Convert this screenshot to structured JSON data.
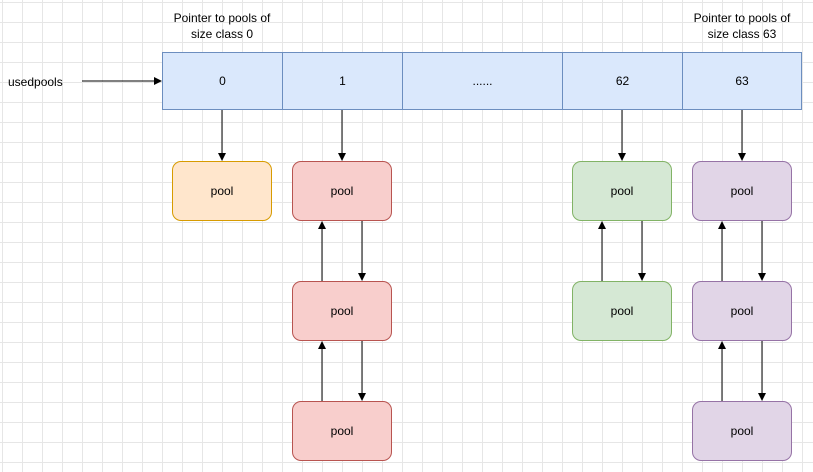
{
  "labels": {
    "pointer_first": "Pointer to pools of size class 0",
    "pointer_last": "Pointer to pools of size class 63",
    "usedpools": "usedpools"
  },
  "array_cells": [
    "0",
    "1",
    "......",
    "62",
    "63"
  ],
  "pool_label": "pool",
  "colors": {
    "array_fill": "#dae8fc",
    "array_stroke": "#6c8ebf",
    "class0_fill": "#ffe6cc",
    "class1_fill": "#f8cecc",
    "class62_fill": "#d5e8d4",
    "class63_fill": "#e1d5e7",
    "grid": "#e6e6e6"
  }
}
